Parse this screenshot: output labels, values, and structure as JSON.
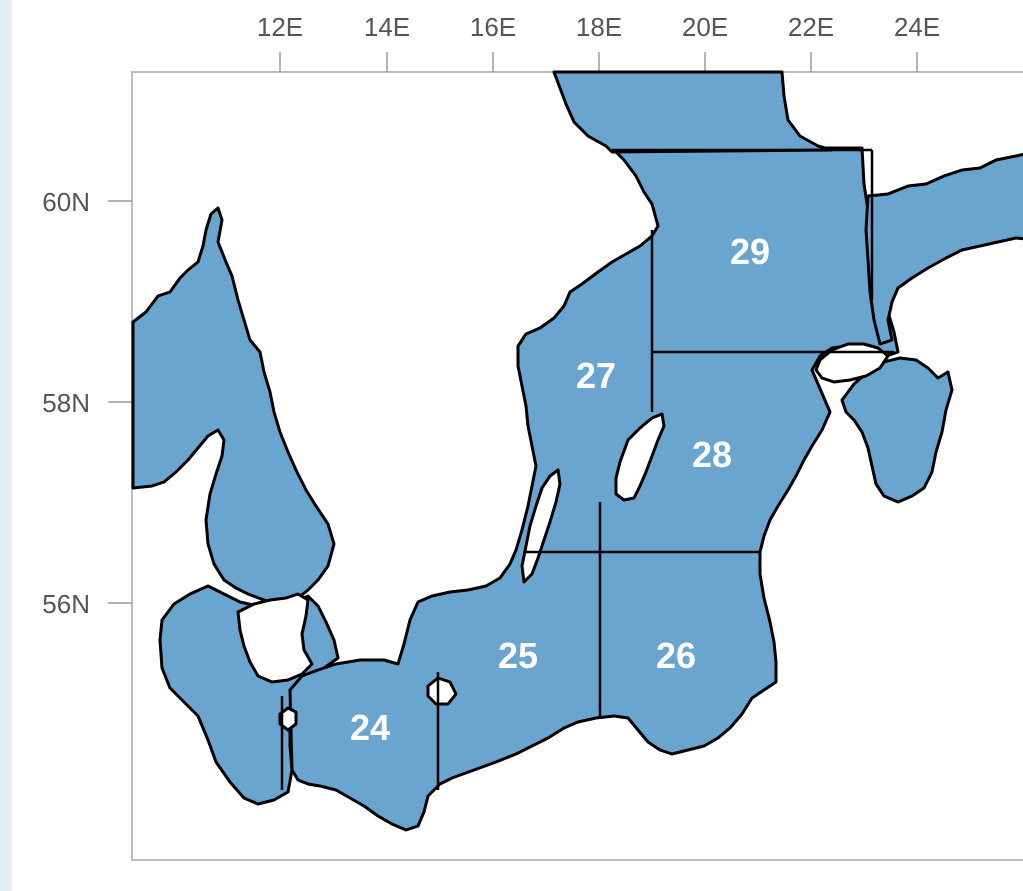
{
  "map": {
    "region": "Baltic Sea",
    "colors": {
      "water": "#6aa5cf",
      "land": "#ffffff",
      "border": "#000000",
      "tick_text": "#555555",
      "label_text": "#ffffff"
    },
    "longitude_labels": [
      "12E",
      "14E",
      "16E",
      "18E",
      "20E",
      "22E",
      "24E"
    ],
    "latitude_labels": [
      "60N",
      "58N",
      "56N"
    ],
    "areas": [
      "29",
      "27",
      "28",
      "25",
      "26",
      "24"
    ]
  }
}
